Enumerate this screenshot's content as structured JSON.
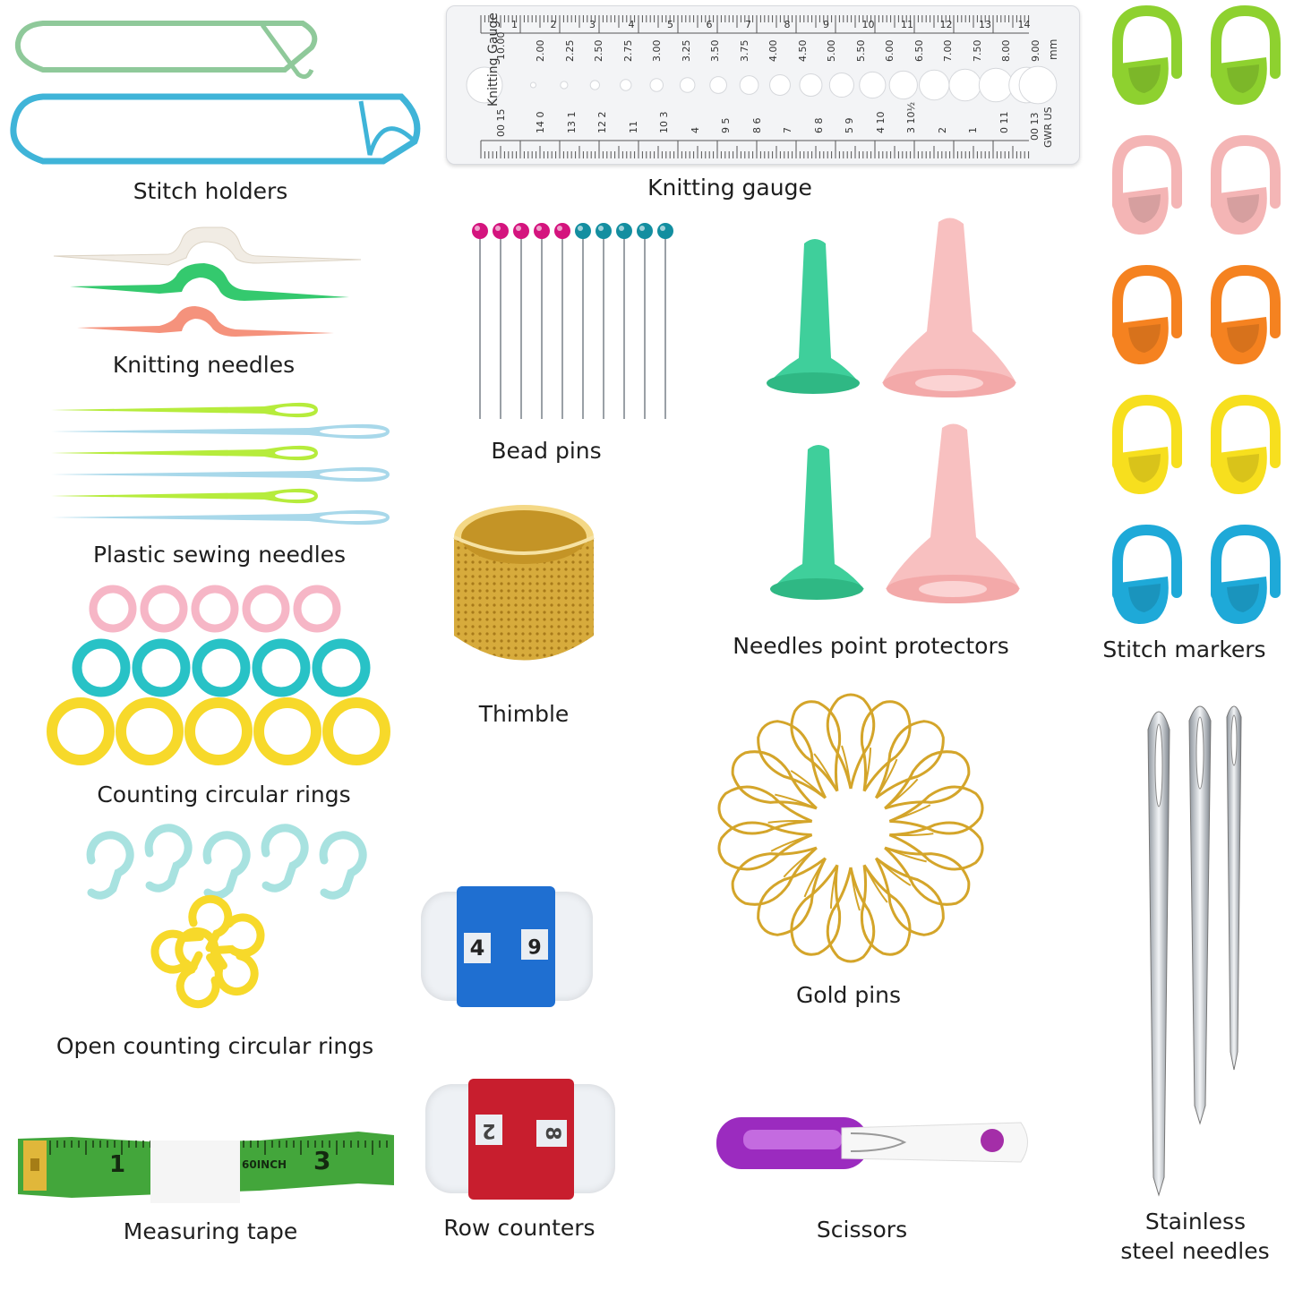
{
  "labels": {
    "stitch_holders": "Stitch holders",
    "knitting_gauge": "Knitting gauge",
    "knitting_needles": "Knitting needles",
    "bead_pins": "Bead pins",
    "plastic_sewing_needles": "Plastic sewing needles",
    "needles_point_protectors": "Needles point protectors",
    "stitch_markers": "Stitch markers",
    "thimble": "Thimble",
    "counting_circular_rings": "Counting circular rings",
    "gold_pins": "Gold pins",
    "open_counting_circular_rings": "Open counting circular rings",
    "measuring_tape": "Measuring tape",
    "row_counters": "Row counters",
    "scissors": "Scissors",
    "stainless_line1": "Stainless",
    "stainless_line2": "steel needles"
  },
  "gauge": {
    "title": "Knitting Gauge",
    "side_top": "00 15",
    "side_bottom_1": "00 13",
    "side_bottom_2": "GWR US",
    "unit": "mm",
    "ruler_numbers": [
      "1",
      "2",
      "3",
      "4",
      "5",
      "6",
      "7",
      "8",
      "9",
      "10",
      "11",
      "12",
      "13",
      "14"
    ],
    "mm_sizes": [
      "10.00",
      "2.00",
      "2.25",
      "2.50",
      "2.75",
      "3.00",
      "3.25",
      "3.50",
      "3.75",
      "4.00",
      "4.50",
      "5.00",
      "5.50",
      "6.00",
      "6.50",
      "7.00",
      "7.50",
      "8.00",
      "9.00"
    ],
    "us_sizes": [
      "14 0",
      "13 1",
      "12 2",
      "11",
      "10 3",
      "4",
      "9 5",
      "8 6",
      "7",
      "6 8",
      "5 9",
      "4 10",
      "3 10½",
      "2",
      "1",
      "0 11"
    ]
  },
  "row_counter_blue": {
    "digit_left": "4",
    "digit_right": "6"
  },
  "row_counter_red": {
    "digit_left": "2",
    "digit_right": "8"
  },
  "tape": {
    "mark_1": "1",
    "mark_3": "3",
    "inch_text": "60INCH"
  },
  "colors": {
    "stitch_holder_green": "#8fc99a",
    "stitch_holder_blue": "#3fb4d8",
    "marker_green": "#8ed12f",
    "marker_pink": "#f4b5b5",
    "marker_orange": "#f58220",
    "marker_yellow": "#f7df1e",
    "marker_blue": "#1ea9d8",
    "ring_pink": "#f6b6c6",
    "ring_teal": "#28c2c6",
    "ring_yellow": "#f7d92a",
    "open_ring_mint": "#a8e2e0",
    "protector_green": "#3fcf9b",
    "protector_pink": "#f8c0c0",
    "gold": "#d4a52a",
    "counter_blue": "#1f6fd1",
    "counter_red": "#c81e2e",
    "tape_green": "#43a63b",
    "scissors_purple": "#9b2bbf"
  }
}
